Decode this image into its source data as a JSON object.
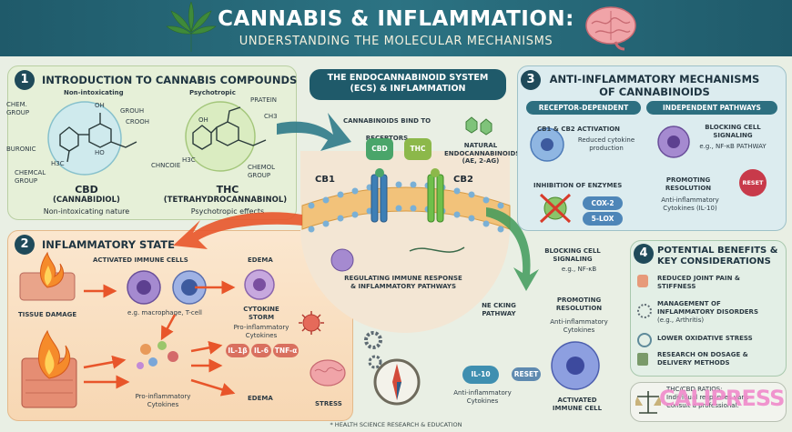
{
  "header": {
    "title": "CANNABIS & INFLAMMATION:",
    "subtitle": "UNDERSTANDING THE MOLECULAR MECHANISMS"
  },
  "section1": {
    "number": "1",
    "title": "INTRODUCTION TO CANNABIS COMPOUNDS",
    "cbd": {
      "tag": "Non-intoxicating",
      "name": "CBD",
      "full": "(CANNABIDIOL)",
      "desc": "Non-intoxicating nature",
      "labels": [
        "CHEM. GROUP",
        "OH",
        "GROUH",
        "CROOH",
        "BURONIC",
        "HO",
        "H3C",
        "CHEMCAL GROUP"
      ]
    },
    "thc": {
      "tag": "Psychotropic",
      "name": "THC",
      "full": "(TETRAHYDROCANNABINOL)",
      "desc": "Psychotropic effects",
      "labels": [
        "PRATEIN",
        "OH",
        "CH3",
        "CHNCOIE",
        "H3C",
        "CHEMOL GROUP"
      ]
    }
  },
  "ecs": {
    "title": "THE ENDOCANNABINOID SYSTEM (ECS) & INFLAMMATION",
    "bind": "CANNABINOIDS BIND TO RECEPTORS",
    "cbd": "CBD",
    "thc": "THC",
    "natural": "NATURAL ENDOCANNABINOIDS (AE, 2-AG)",
    "cb1": "CB1",
    "cb2": "CB2",
    "regulating": "REGULATING IMMUNE RESPONSE & INFLAMMATORY PATHWAYS"
  },
  "section3": {
    "number": "3",
    "title": "ANTI-INFLAMMATORY MECHANISMS OF CANNABINOIDS",
    "col1": "RECEPTOR-DEPENDENT",
    "col2": "INDEPENDENT PATHWAYS",
    "activation": "CB1 & CB2 ACTIVATION",
    "reduced": "Reduced cytokine production",
    "inhibition": "INHIBITION OF ENZYMES",
    "cox": "COX-2",
    "lox": "5-LOX",
    "blocking": "BLOCKING CELL SIGNALING",
    "nfkb": "e.g., NF-κB PATHWAY",
    "promoting": "PROMOTING RESOLUTION",
    "anti": "Anti-inflammatory Cytokines (IL-10)",
    "reset": "RESET"
  },
  "section2": {
    "number": "2",
    "title": "INFLAMMATORY STATE",
    "activated": "ACTIVATED IMMUNE CELLS",
    "edema": "EDEMA",
    "tissue": "TISSUE DAMAGE",
    "macro": "e.g. macrophage, T-cell",
    "storm": "CYTOKINE STORM",
    "proStorm": "Pro-inflammatory Cytokines",
    "il1b": "IL-1β",
    "il6": "IL-6",
    "tnf": "TNF-α",
    "proLower": "Pro-inflammatory Cytokines",
    "edema2": "EDEMA",
    "stress": "STRESS"
  },
  "middle": {
    "blocking": "BLOCKING CELL SIGNALING",
    "nfkb": "e.g., NF-κB",
    "necking": "NE CKING PATHWAY",
    "promoting": "PROMOTING RESOLUTION",
    "anti": "Anti-inflammatory Cytokines",
    "il10": "IL-10",
    "reset": "RESET",
    "antiBottom": "Anti-inflammatory Cytokines",
    "activated": "ACTIVATED IMMUNE CELL"
  },
  "section4": {
    "number": "4",
    "title": "POTENTIAL BENEFITS & KEY CONSIDERATIONS",
    "items": [
      "REDUCED JOINT PAIN & STIFFNESS",
      "MANAGEMENT OF INFLAMMATORY DISORDERS",
      "LOWER OXIDATIVE STRESS",
      "RESEARCH ON DOSAGE & DELIVERY METHODS"
    ],
    "itemSub": "(e.g., Arthritis)",
    "bottomText": "THC/CBD RATIOS: Individual responses vary. Consult a professional.",
    "watermark": "CALIPRESS"
  },
  "footer": "* HEALTH SCIENCE RESEARCH & EDUCATION",
  "colors": {
    "header": "#2c7383",
    "panel1": "#e6f0d8",
    "panel2": "#fbe3c8",
    "panel3": "#dcecef",
    "panel4": "#e3efe6",
    "ecs": "#f6f0df",
    "teal": "#1f5a6a"
  }
}
